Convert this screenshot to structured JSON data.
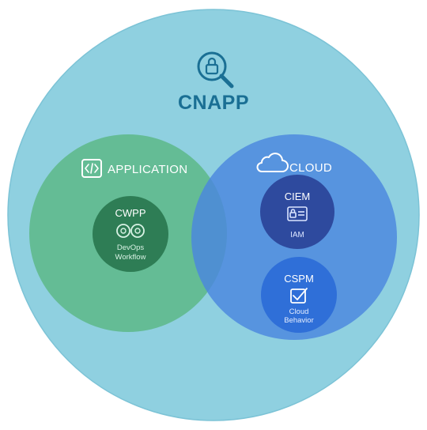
{
  "title": "CNAPP",
  "application": {
    "label": "APPLICATION"
  },
  "cloud": {
    "label": "CLOUD"
  },
  "cwpp": {
    "title": "CWPP",
    "caption_line1": "DevOps",
    "caption_line2": "Workflow"
  },
  "ciem": {
    "title": "CIEM",
    "caption": "IAM"
  },
  "cspm": {
    "title": "CSPM",
    "caption_line1": "Cloud",
    "caption_line2": "Behavior"
  },
  "colors": {
    "outer": "#8fd0e0",
    "outer_stroke": "#7cc3d6",
    "application": "#5eb88a",
    "cloud": "#4f8ce0",
    "cwpp": "#2e7d55",
    "ciem": "#2e4a9e",
    "cspm": "#2f6fd8",
    "title_text": "#1a6f94"
  },
  "icons": {
    "title": "lock-magnifier-icon",
    "application": "code-icon",
    "cloud": "cloud-icon",
    "cwpp": "devops-loop-icon",
    "ciem": "id-card-lock-icon",
    "cspm": "checkbox-icon"
  }
}
